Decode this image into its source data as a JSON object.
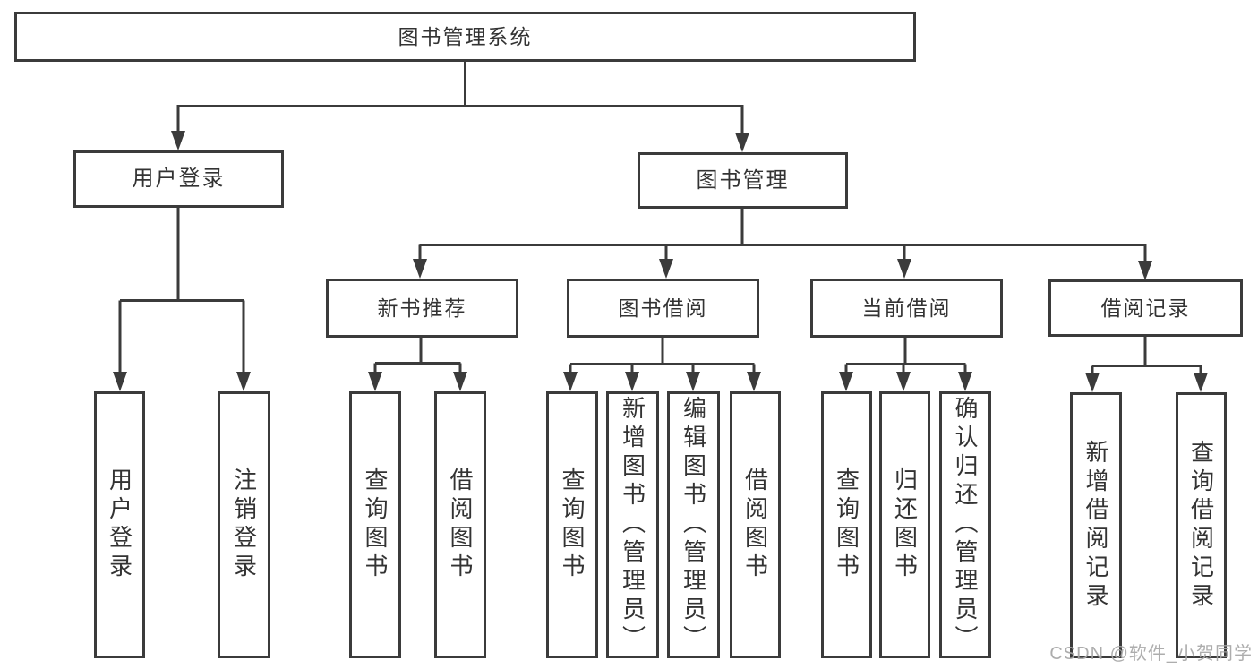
{
  "page": {
    "watermark": "CSDN @软件_小贺同学",
    "colors": {
      "line": "#3b3b3b",
      "text": "#333333",
      "watermark": "#a6a6a6",
      "background": "#ffffff"
    }
  },
  "tree": {
    "root": "图书管理系统",
    "user_login": {
      "label": "用户登录",
      "children": [
        "用户登录",
        "注销登录"
      ]
    },
    "book_management": {
      "label": "图书管理",
      "groups": [
        {
          "label": "新书推荐",
          "children": [
            "查询图书",
            "借阅图书"
          ]
        },
        {
          "label": "图书借阅",
          "children": [
            "查询图书",
            "新增图书（管理员）",
            "编辑图书（管理员）",
            "借阅图书"
          ]
        },
        {
          "label": "当前借阅",
          "children": [
            "查询图书",
            "归还图书",
            "确认归还（管理员）"
          ]
        },
        {
          "label": "借阅记录",
          "children": [
            "新增借阅记录",
            "查询借阅记录"
          ]
        }
      ]
    }
  }
}
